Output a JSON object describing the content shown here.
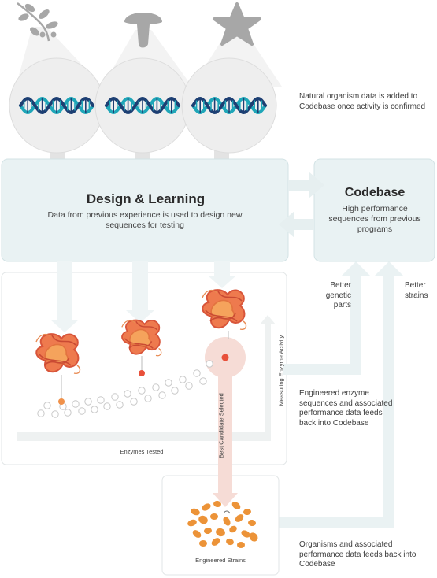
{
  "notes": {
    "natural": "Natural organism data is added to Codebase once activity is confirmed",
    "better_parts": "Better genetic parts",
    "better_strains": "Better strains",
    "engineered_enzymes": "Engineered enzyme sequences and associated performance data feeds back into Codebase",
    "organisms": "Organisms and associated performance data feeds back into Codebase"
  },
  "design": {
    "title": "Design & Learning",
    "subtitle": "Data from previous experience is used to design new sequences for testing"
  },
  "codebase": {
    "title": "Codebase",
    "subtitle": "High performance sequences from previous programs"
  },
  "labels": {
    "enzymes_tested": "Enzymes Tested",
    "engineered_strains": "Engineered Strains",
    "best_candidate": "Best Candidate Selected",
    "measuring": "Measuring Enzyme Activity"
  },
  "icons": [
    "plant-icon",
    "mushroom-icon",
    "starfish-icon",
    "dna-icon"
  ],
  "colors": {
    "box": "#e9f2f3",
    "box_border": "#d3e3e5",
    "protein": "#ee6b47",
    "protein_light": "#f5a05a",
    "highlight": "#f6dcd6",
    "selected_dot": "#e8503a",
    "dna_a": "#1fa6b8",
    "dna_b": "#1d3f73",
    "strain": "#ec9338"
  }
}
